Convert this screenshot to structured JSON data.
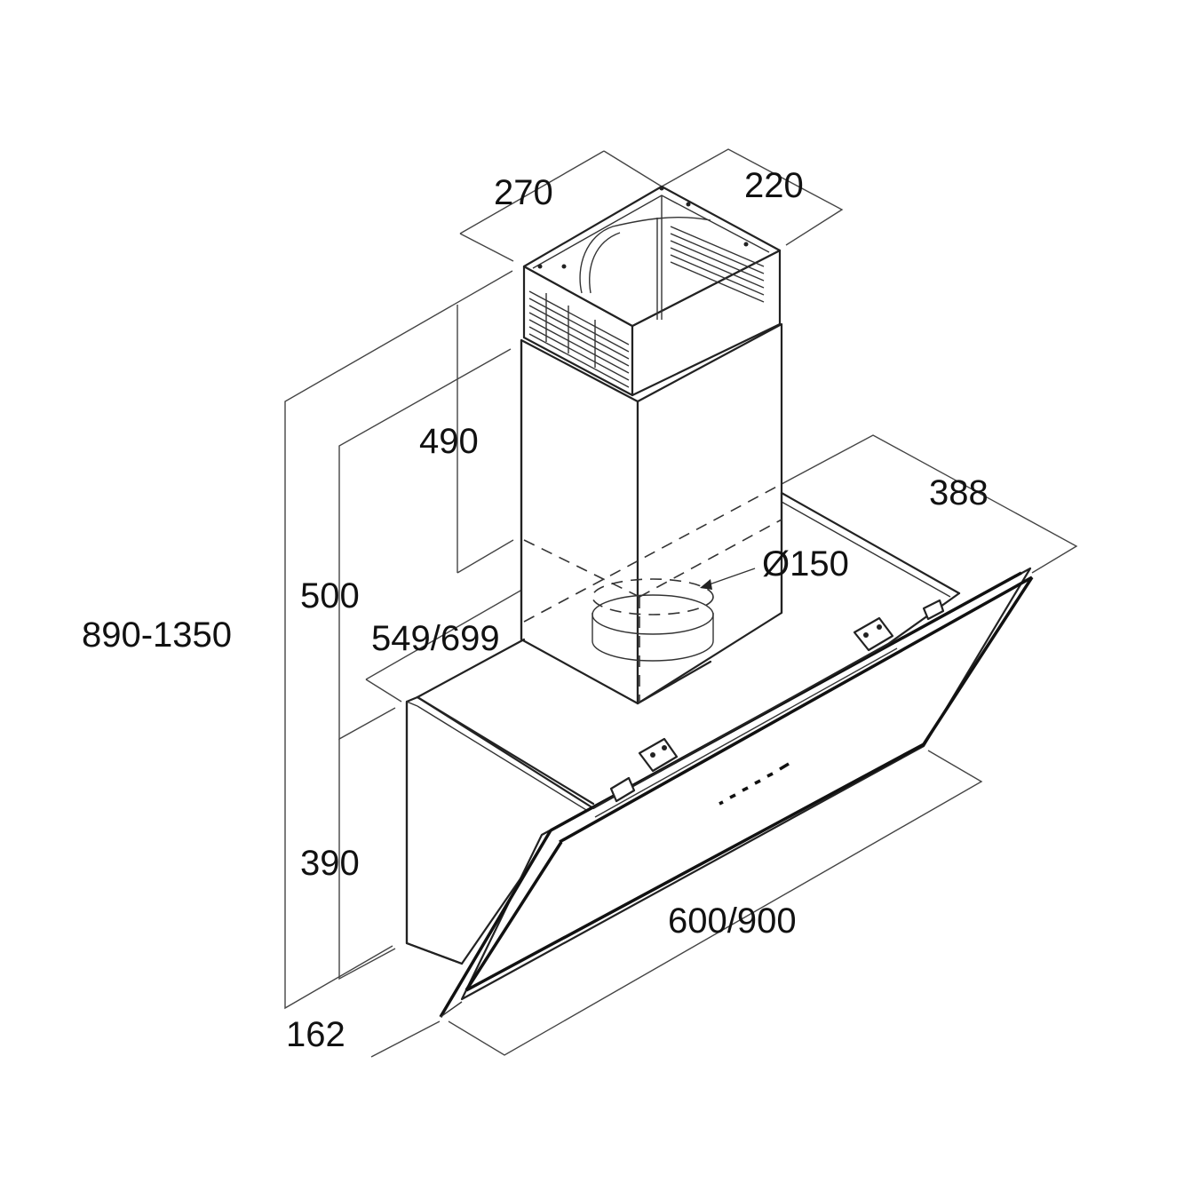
{
  "dimensions": {
    "chimney_width": "270",
    "chimney_depth": "220",
    "upper_chimney_height": "490",
    "lower_chimney_height": "500",
    "total_height": "890-1350",
    "hood_depth": "388",
    "duct_diameter": "Ø150",
    "chimney_to_hood": "549/699",
    "glass_panel_height": "390",
    "hood_width": "600/900",
    "bottom_depth": "162"
  },
  "colors": {
    "line": "#222222",
    "background": "#ffffff"
  }
}
